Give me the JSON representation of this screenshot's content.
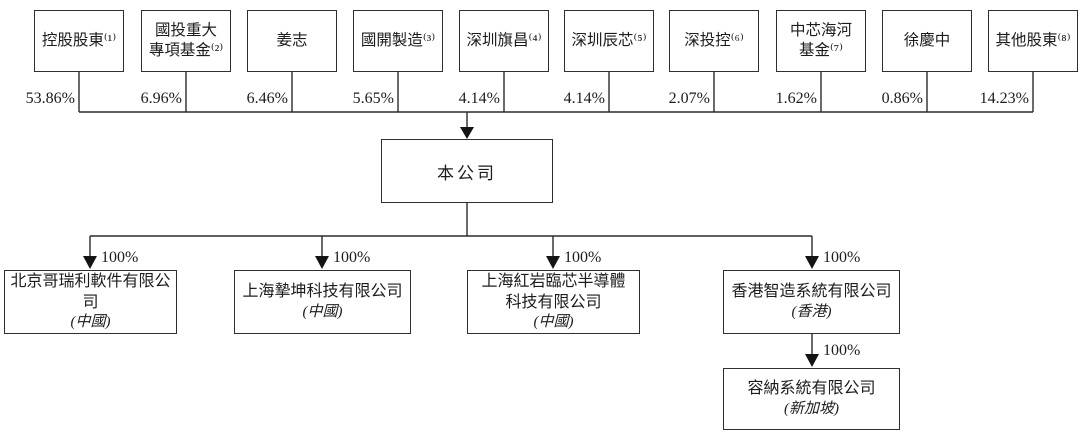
{
  "diagram_title": "shareholding-structure",
  "company": {
    "name": "本公司"
  },
  "shareholders": [
    {
      "name": "控股股東⁽¹⁾",
      "percent": "53.86%"
    },
    {
      "name": "國投重大\n專項基金⁽²⁾",
      "percent": "6.96%"
    },
    {
      "name": "姜志",
      "percent": "6.46%"
    },
    {
      "name": "國開製造⁽³⁾",
      "percent": "5.65%"
    },
    {
      "name": "深圳旗昌⁽⁴⁾",
      "percent": "4.14%"
    },
    {
      "name": "深圳辰芯⁽⁵⁾",
      "percent": "4.14%"
    },
    {
      "name": "深投控⁽⁶⁾",
      "percent": "2.07%"
    },
    {
      "name": "中芯海河\n基金⁽⁷⁾",
      "percent": "1.62%"
    },
    {
      "name": "徐慶中",
      "percent": "0.86%"
    },
    {
      "name": "其他股東⁽⁸⁾",
      "percent": "14.23%"
    }
  ],
  "subsidiaries": [
    {
      "name": "北京哥瑞利軟件有限公司",
      "location": "(中國)",
      "ownership": "100%"
    },
    {
      "name": "上海摯坤科技有限公司",
      "location": "(中國)",
      "ownership": "100%"
    },
    {
      "name": "上海紅岩臨芯半導體\n科技有限公司",
      "location": "(中國)",
      "ownership": "100%"
    },
    {
      "name": "香港智造系統有限公司",
      "location": "(香港)",
      "ownership": "100%"
    }
  ],
  "sub_subsidiary": {
    "name": "容納系統有限公司",
    "location": "(新加坡)",
    "ownership": "100%"
  },
  "colors": {
    "line": "#2a2a2a",
    "border": "#2e2e2e",
    "text": "#1c1c1c",
    "background": "#ffffff"
  }
}
